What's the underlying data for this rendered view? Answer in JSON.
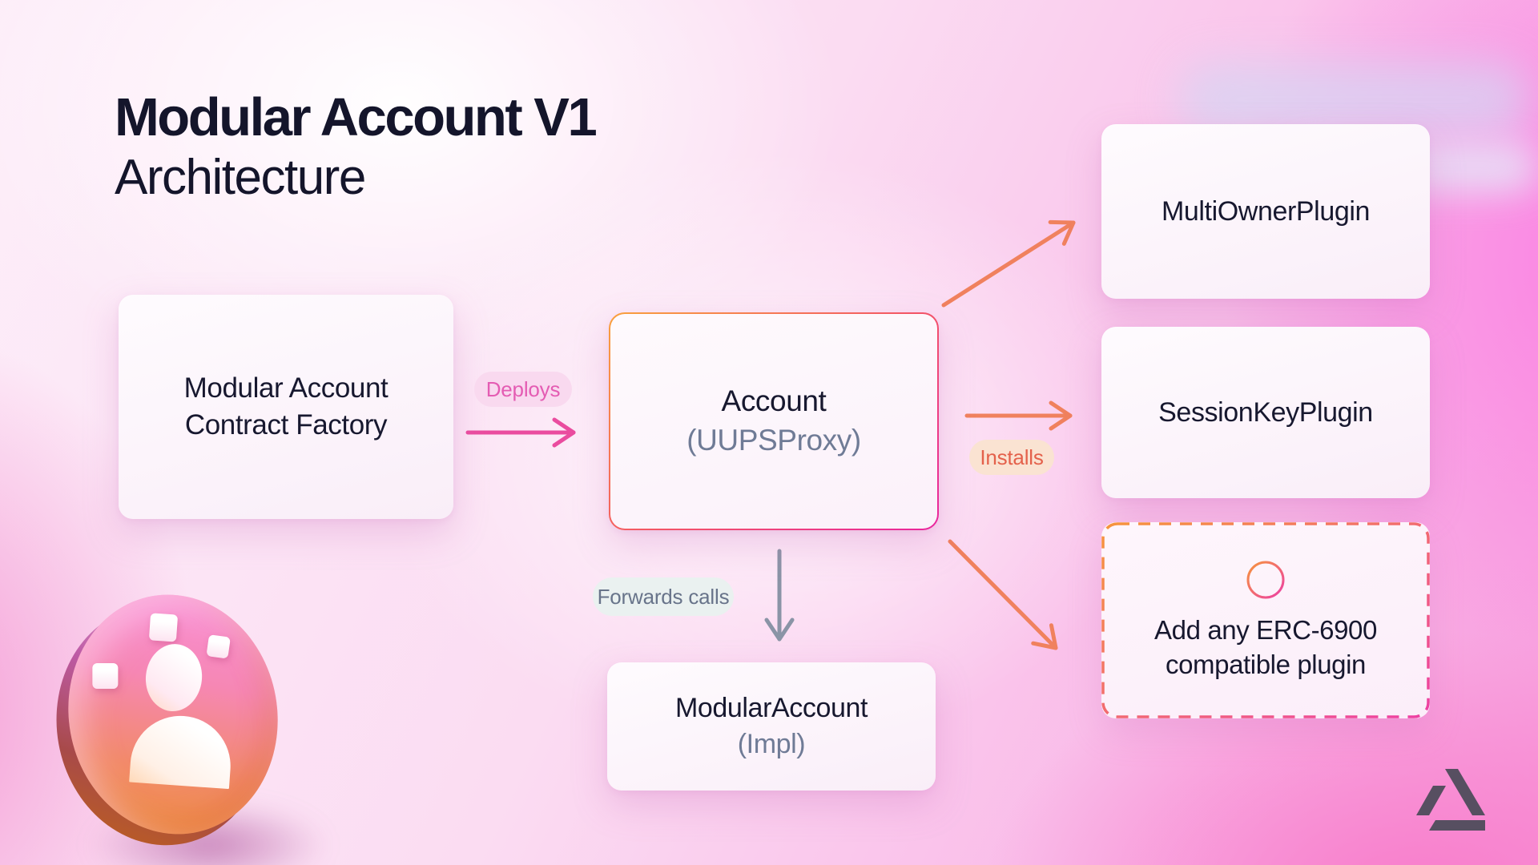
{
  "page": {
    "title_line1": "Modular Account V1",
    "title_line2": "Architecture"
  },
  "nodes": {
    "factory": {
      "line1": "Modular Account",
      "line2": "Contract Factory"
    },
    "account_proxy": {
      "title": "Account",
      "subtitle": "(UUPSProxy)"
    },
    "modular_account_impl": {
      "title": "ModularAccount",
      "subtitle": "(Impl)"
    },
    "multi_owner_plugin": {
      "label": "MultiOwnerPlugin"
    },
    "session_key_plugin": {
      "label": "SessionKeyPlugin"
    },
    "erc6900_plugin": {
      "line1": "Add any ERC-6900",
      "line2": "compatible plugin",
      "icon": "plus-circle-icon"
    }
  },
  "edges": {
    "deploys": {
      "label": "Deploys",
      "color": "#EA4C9F"
    },
    "forwards_calls": {
      "label": "Forwards calls",
      "color": "#8A94A6"
    },
    "installs": {
      "label": "Installs",
      "color": "#F0815E"
    }
  },
  "branding": {
    "logo": "alchemy-logo",
    "logo_color": "#574F61"
  },
  "colors": {
    "title_text": "#14152B",
    "node_text": "#17182F",
    "subtitle_text": "#6F7B96",
    "pink_accent": "#EA4C9F",
    "orange_accent": "#F0815E",
    "gray_accent": "#8A94A6",
    "deploys_badge_bg": "#F9D9EF",
    "installs_badge_bg": "#FAE3D2",
    "forwards_badge_bg": "#EAF1F0",
    "account_border_start": "#F9A13D",
    "account_border_end": "#E9259E",
    "dashed_border_start": "#F6953C",
    "dashed_border_end": "#ED3FA4"
  }
}
